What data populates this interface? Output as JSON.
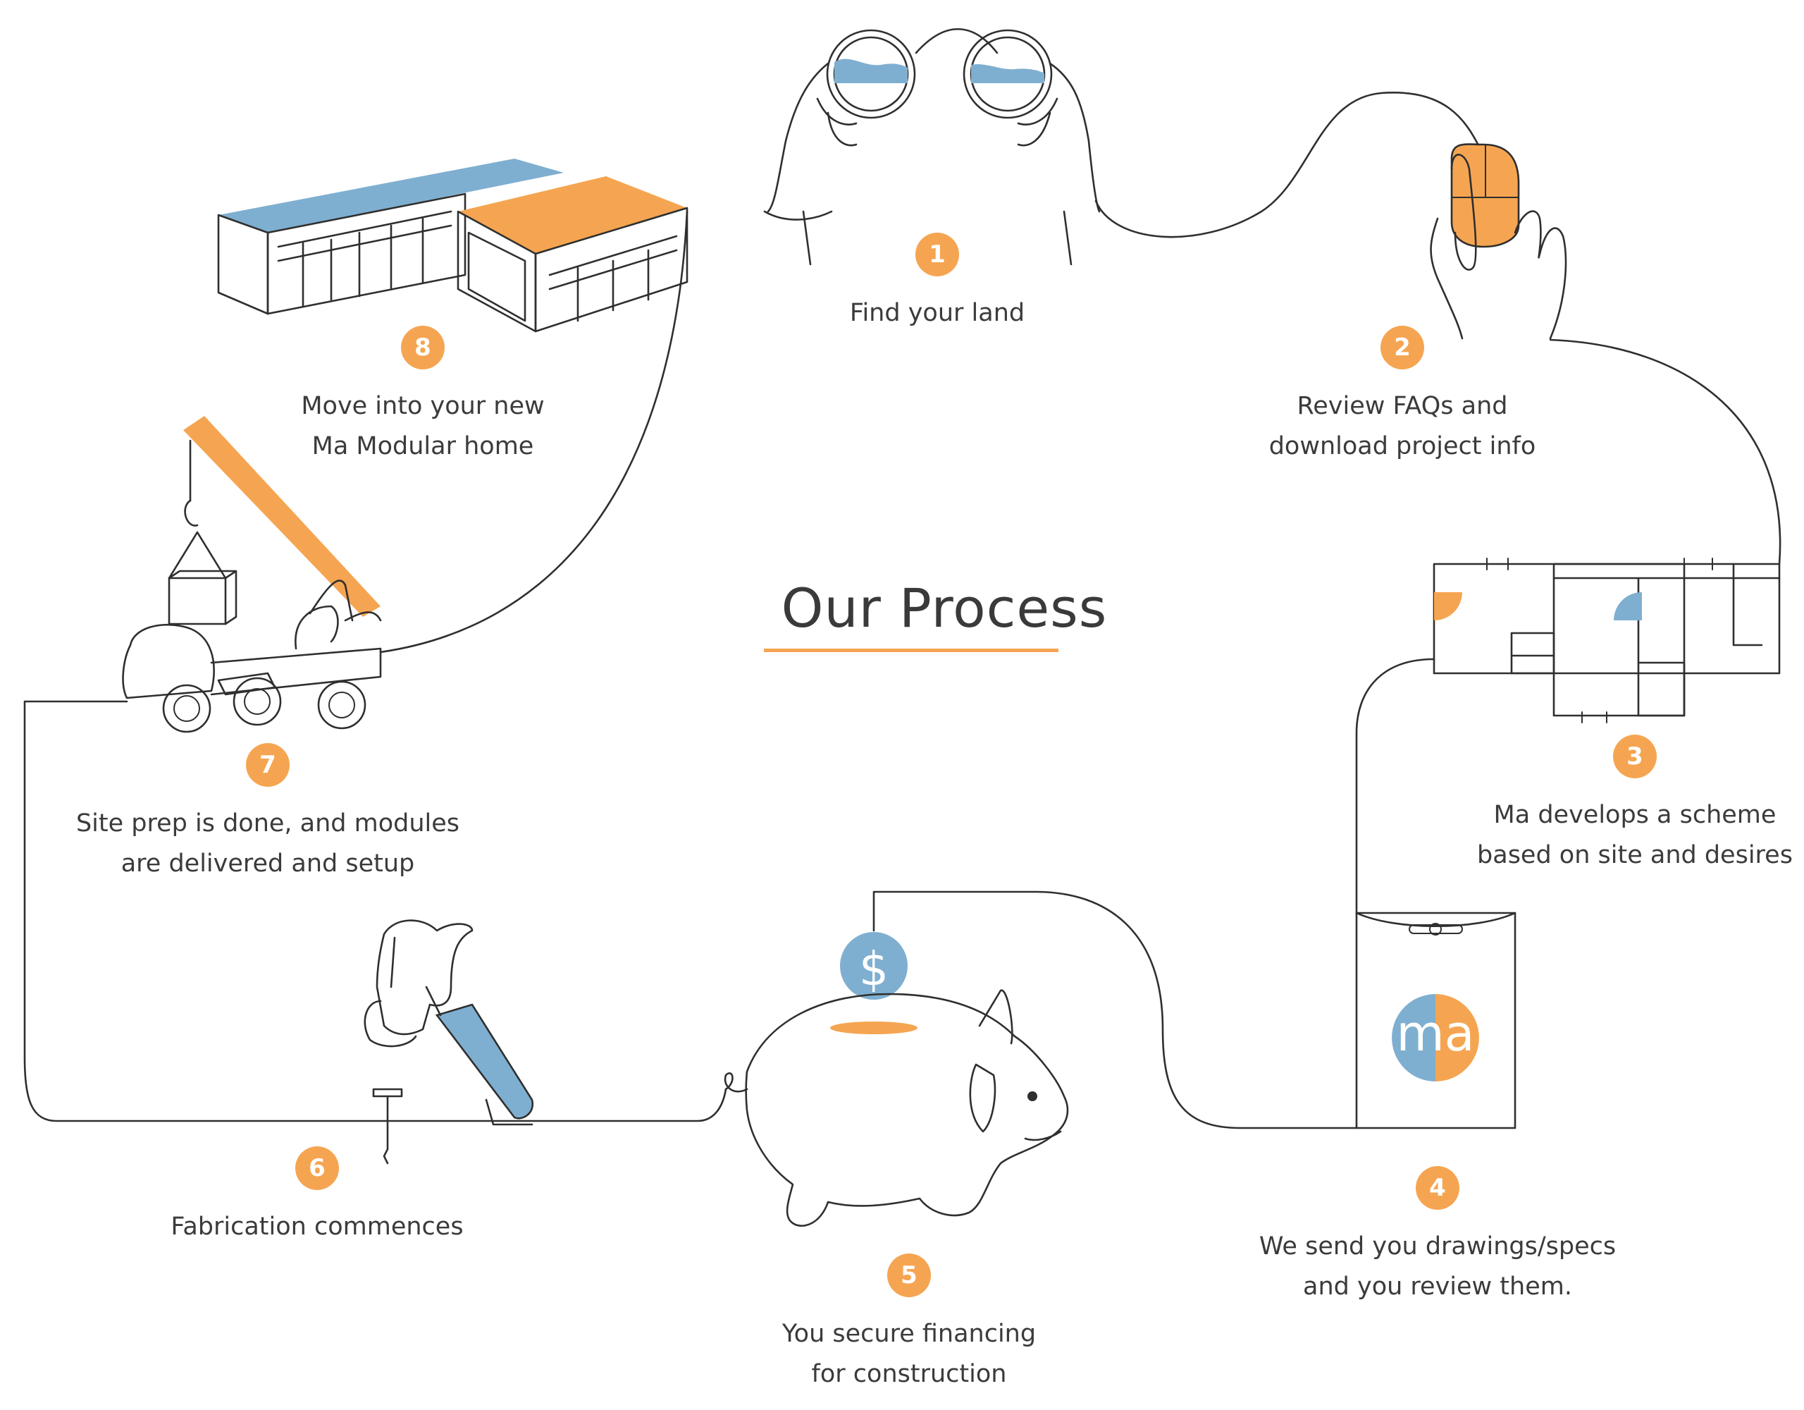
{
  "title": "Our Process",
  "colors": {
    "accent": "#f5a551",
    "blue": "#7fafd0",
    "ink": "#2f2f2f",
    "text": "#3b3b3b"
  },
  "steps": [
    {
      "number": "1",
      "label": "Find your land",
      "icon": "binoculars-icon"
    },
    {
      "number": "2",
      "label": "Review FAQs and\ndownload project info",
      "icon": "mouse-hand-icon"
    },
    {
      "number": "3",
      "label": "Ma develops a scheme\nbased on site and desires",
      "icon": "floor-plan-icon"
    },
    {
      "number": "4",
      "label": "We send you drawings/specs\nand you review them.",
      "icon": "envelope-icon"
    },
    {
      "number": "5",
      "label": "You secure financing\nfor construction",
      "icon": "piggy-bank-icon"
    },
    {
      "number": "6",
      "label": "Fabrication commences",
      "icon": "hammer-nail-icon"
    },
    {
      "number": "7",
      "label": "Site prep is done, and modules\nare delivered and setup",
      "icon": "crane-truck-icon"
    },
    {
      "number": "8",
      "label": "Move into your new\nMa Modular home",
      "icon": "modular-house-icon"
    }
  ],
  "icons": {
    "coin_symbol": "$",
    "logo_text": "ma"
  }
}
